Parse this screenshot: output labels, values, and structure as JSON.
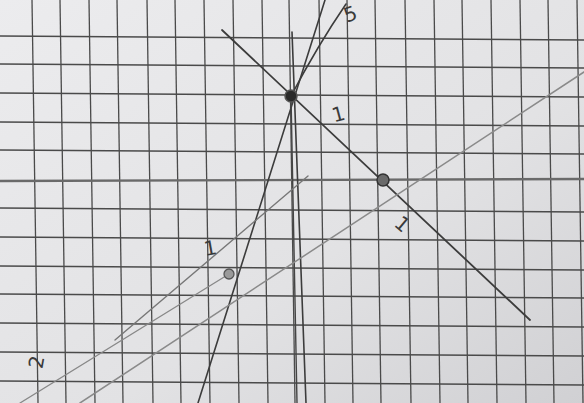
{
  "diagram": {
    "labels": [
      "5",
      "1",
      "1",
      "1",
      "2"
    ]
  }
}
